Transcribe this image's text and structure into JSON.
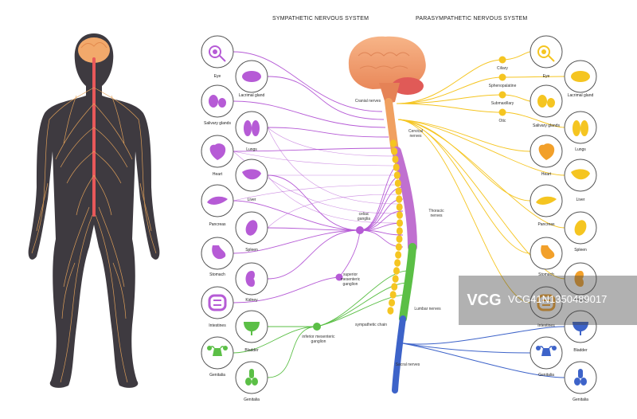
{
  "titles": {
    "sympathetic": "SYMPATHETIC NERVOUS SYSTEM",
    "parasympathetic": "PARASYMPATHETIC NERVOUS SYSTEM"
  },
  "left_organs": [
    "Eye",
    "Lacrimal gland",
    "Salivary glands",
    "Lungs",
    "Heart",
    "Liver",
    "Pancreas",
    "Spleen",
    "Stomach",
    "Kidney",
    "Intestines",
    "Bladder",
    "Genitalia",
    "Genitalia"
  ],
  "right_organs": [
    "Eye",
    "Lacrimal gland",
    "Salivary glands",
    "Lungs",
    "Heart",
    "Liver",
    "Pancreas",
    "Spleen",
    "Stomach",
    "Kidney",
    "Intestines",
    "Bladder",
    "Genitalia",
    "Genitalia"
  ],
  "ganglia": {
    "celiac": "celiac ganglia",
    "superior_mesenteric": "superior mesenteric ganglion",
    "inferior_mesenteric": "inferior mesenteric ganglion",
    "ciliary": "Ciliary",
    "sphenopalatine": "Sphenopalatine",
    "submaxillary": "Submaxillary",
    "otic": "Otic"
  },
  "nerves": {
    "cranial": "Cranial nerves",
    "cervical": "Cervical nerves",
    "thoracic": "Thoracic nerves",
    "lumbar": "Lumbar nerves",
    "sacral": "Sacral nerves",
    "sympathetic_chain": "sympathetic chain"
  },
  "watermark": {
    "logo": "VCG",
    "text": "VCG41N1350489017"
  },
  "colors": {
    "sympathetic": "#b65bd6",
    "parasympathetic": "#f5c521",
    "lumbar": "#5bbf46",
    "sacral": "#3d63c9",
    "spine": "#c070d0",
    "body": "#3e3a40",
    "nerve_glow": "#e5a35a"
  }
}
